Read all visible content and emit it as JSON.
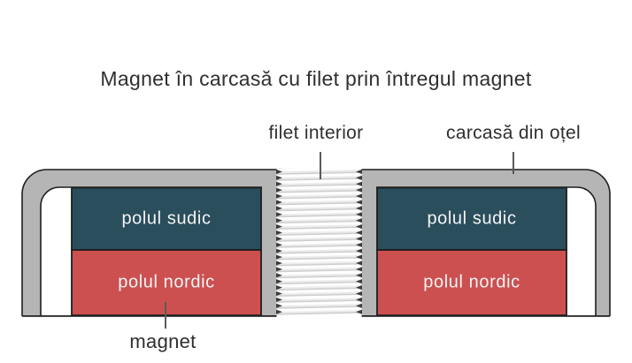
{
  "title": "Magnet în carcasă cu filet prin întregul magnet",
  "callouts": {
    "thread_label": "filet interior",
    "casing_label": "carcasă din oțel",
    "magnet_label": "magnet"
  },
  "magnet_left": {
    "south_pole": "polul sudic",
    "north_pole": "polul nordic"
  },
  "magnet_right": {
    "south_pole": "polul sudic",
    "north_pole": "polul nordic"
  },
  "colors": {
    "casing_gray": "#b5b5b5",
    "south_pole_teal": "#2b4e5c",
    "north_pole_red": "#cd5050",
    "outline_dark": "#1e1e1e",
    "thread_teeth": "#3a3a3a",
    "leader_line": "#5a5a5a",
    "label_text": "#2f2f2f",
    "pole_text": "#f3f5f5",
    "background": "#ffffff"
  }
}
